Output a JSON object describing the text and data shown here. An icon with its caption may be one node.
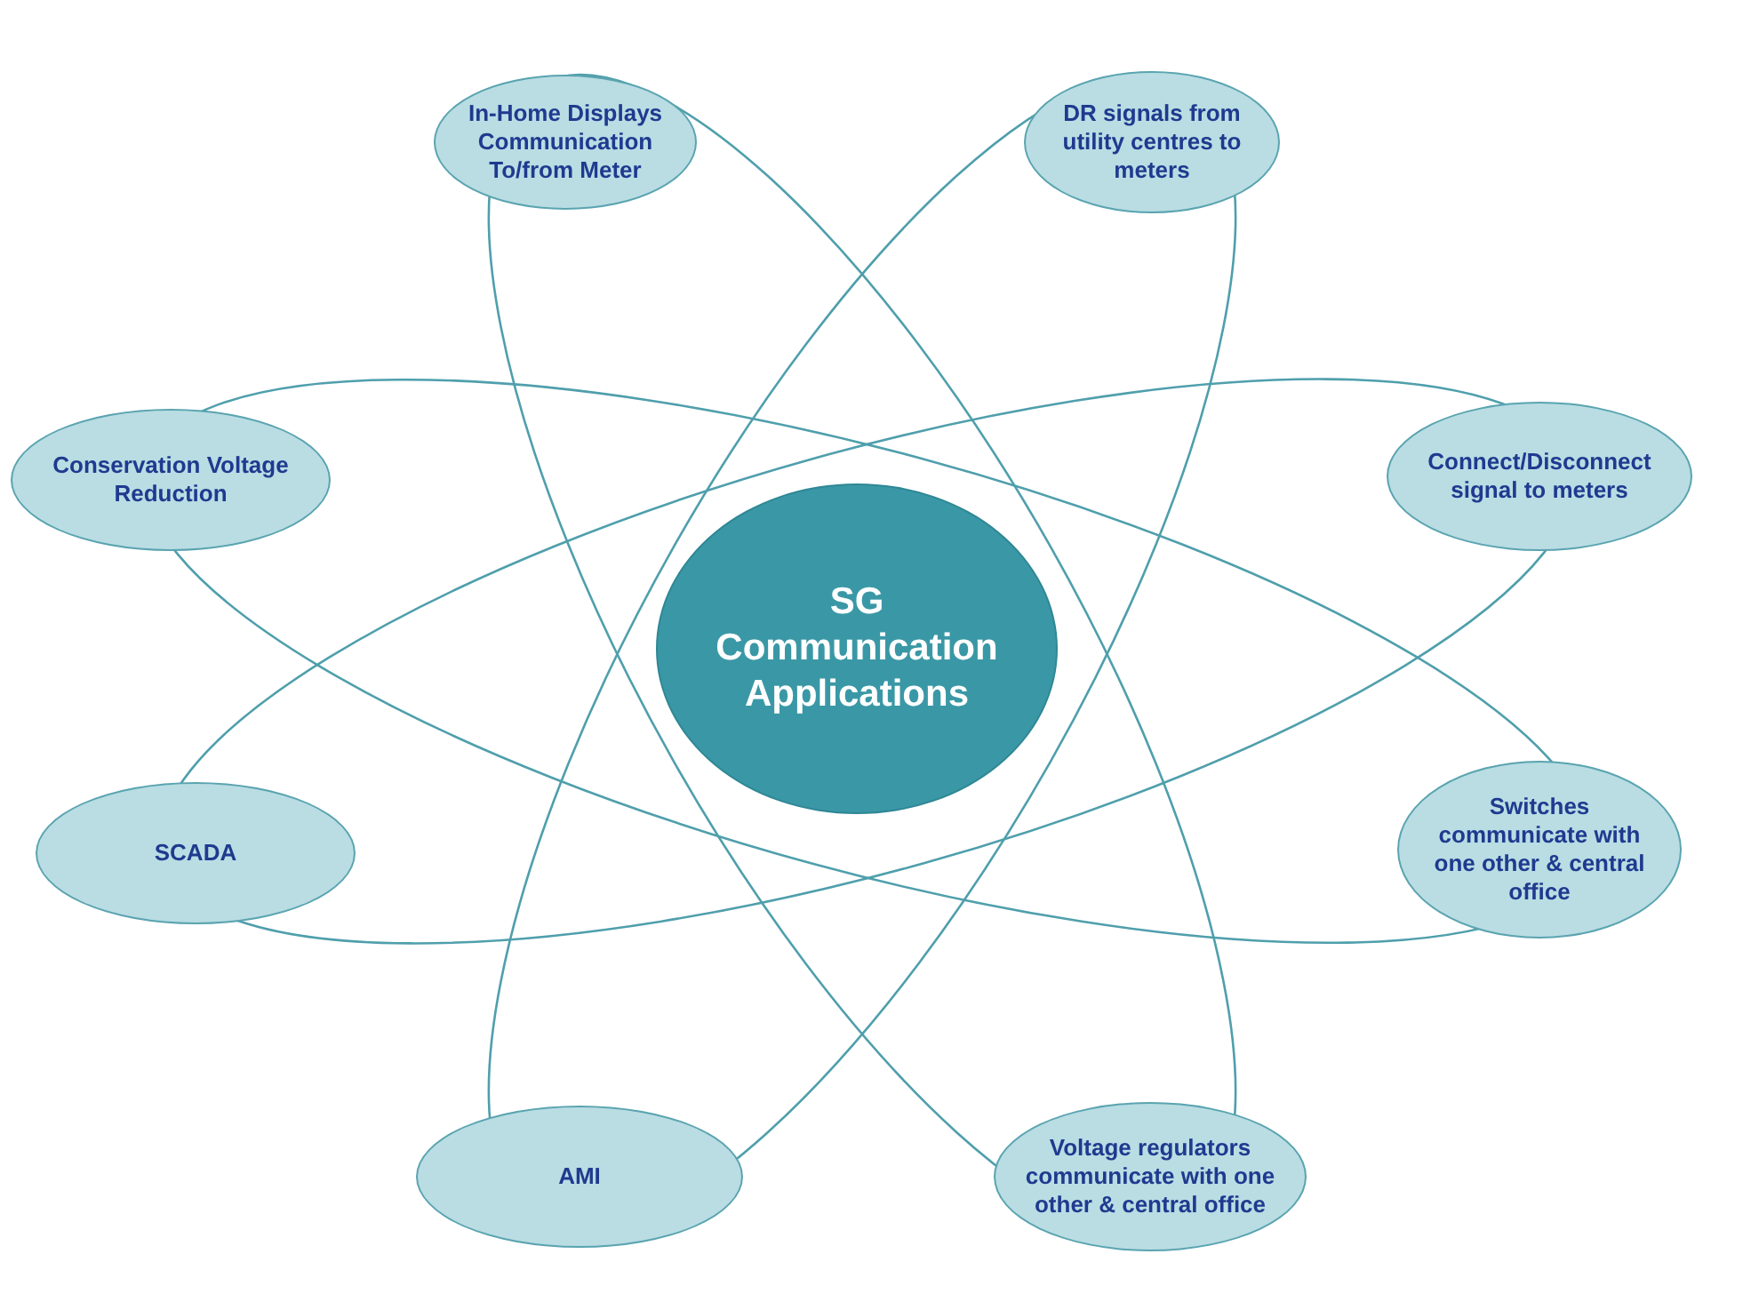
{
  "diagram": {
    "nodes": [
      {
        "text": [
          "SG Communication Applications"
        ]
      },
      {
        "text": [
          "In-Home Displays Communication To/from Meter"
        ]
      },
      {
        "text": [
          "DR signals from utility centres to meters"
        ]
      },
      {
        "text": [
          "Conservation Voltage Reduction"
        ]
      },
      {
        "text": [
          "Connect/Disconnect signal to meters"
        ]
      },
      {
        "text": [
          "SCADA"
        ]
      },
      {
        "text": [
          "Switches communicate with one other & central office"
        ]
      },
      {
        "text": [
          "AMI"
        ]
      },
      {
        "text": [
          "Voltage regulators communicate with one other & central office"
        ]
      }
    ]
  }
}
